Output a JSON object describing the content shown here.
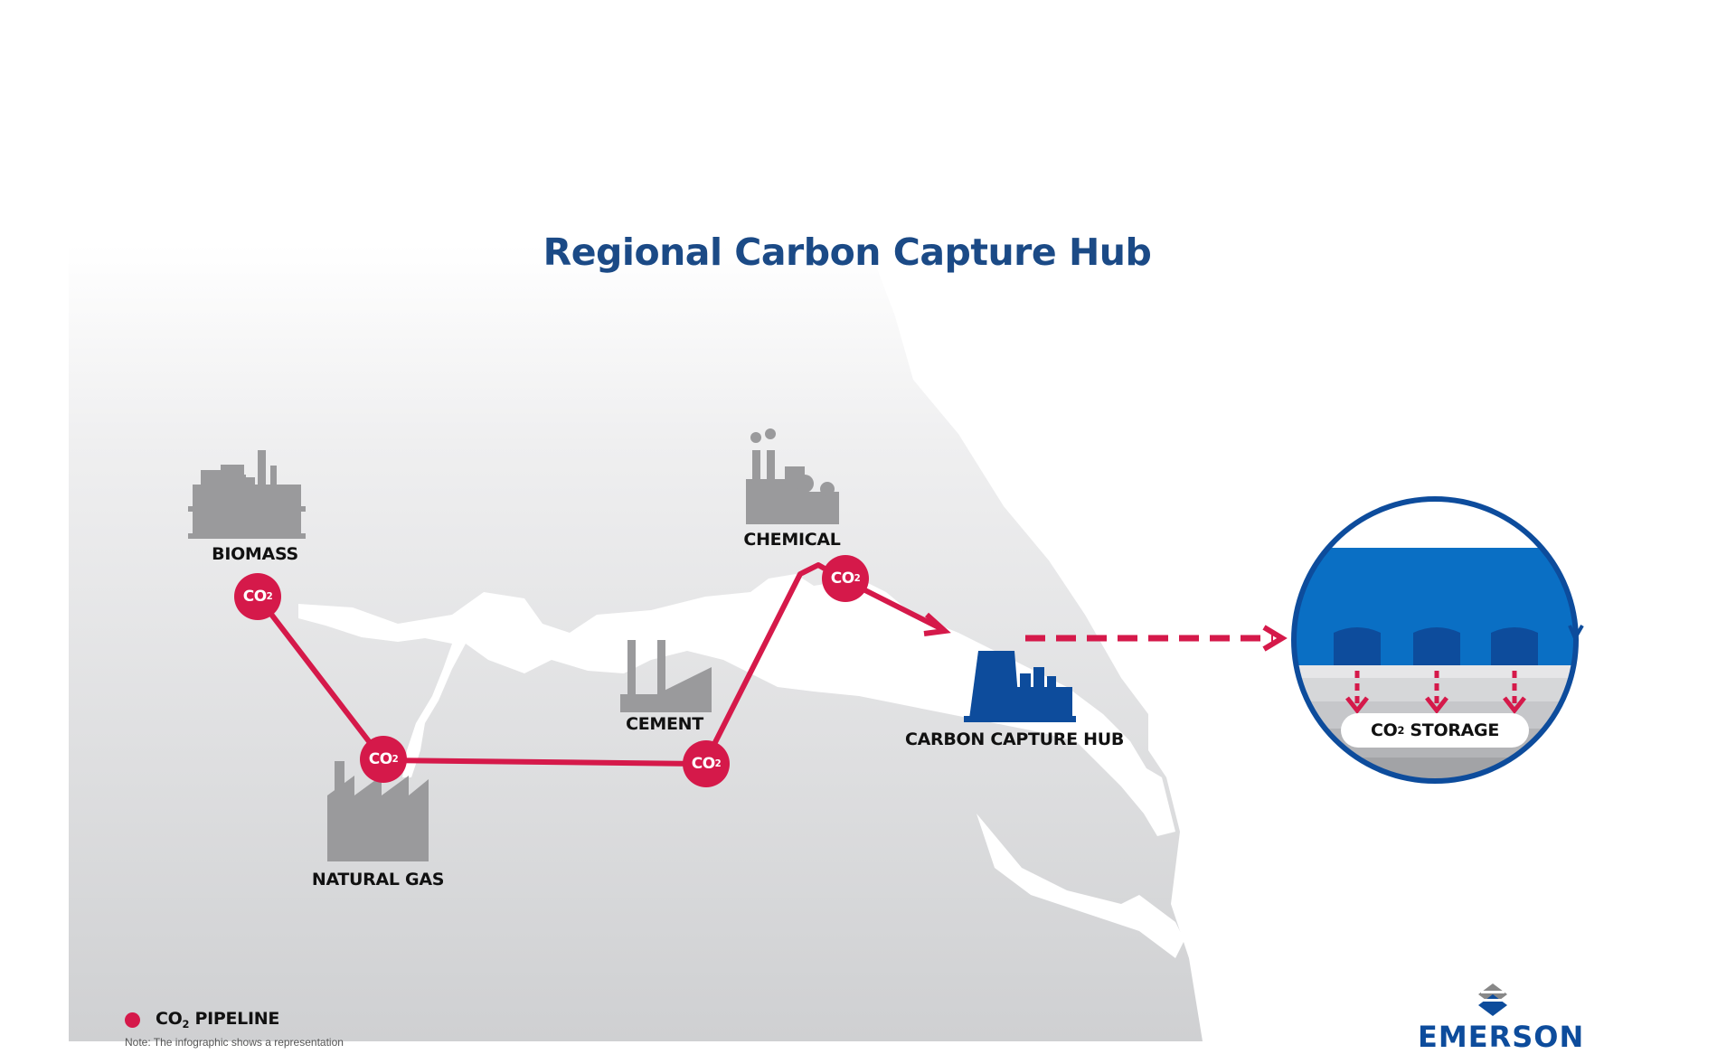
{
  "title": "Regional Carbon Capture Hub",
  "colors": {
    "title": "#1b4a86",
    "pipeline": "#d5194a",
    "hub_blue": "#0d4c9c",
    "storage_blue": "#0a6fc4",
    "factory_gray": "#9a9a9c",
    "land_gray": "#d5d6d8"
  },
  "sources": [
    {
      "id": "biomass",
      "label": "BIOMASS",
      "icon": "refinery-icon"
    },
    {
      "id": "natural-gas",
      "label": "NATURAL GAS",
      "icon": "factory-icon"
    },
    {
      "id": "cement",
      "label": "CEMENT",
      "icon": "cement-plant-icon"
    },
    {
      "id": "chemical",
      "label": "CHEMICAL",
      "icon": "chemical-plant-icon"
    }
  ],
  "co2_node": {
    "main": "CO",
    "sub": "2"
  },
  "hub": {
    "label": "CARBON CAPTURE HUB",
    "icon": "power-plant-icon"
  },
  "storage": {
    "label_main": "CO",
    "label_sub": "2",
    "label_rest": " STORAGE"
  },
  "legend": {
    "main": "CO",
    "sub": "2",
    "rest": " PIPELINE"
  },
  "note": "Note: The infographic shows a representation",
  "logo": {
    "text": "EMERSON",
    "icon": "emerson-logo-icon"
  }
}
